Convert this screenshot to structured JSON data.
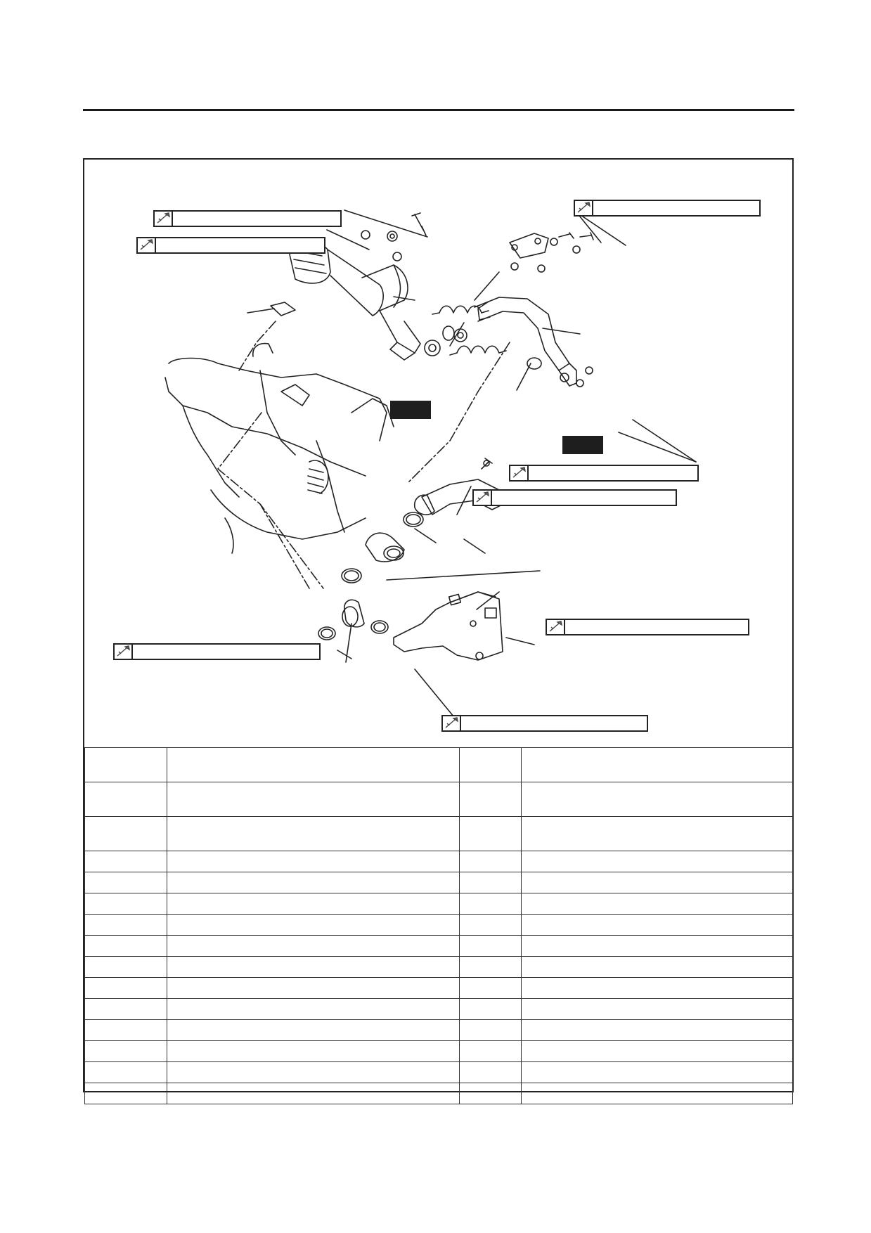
{
  "torque_labels": [
    {
      "id": "t1",
      "value": ""
    },
    {
      "id": "t2",
      "value": ""
    },
    {
      "id": "t3",
      "value": ""
    },
    {
      "id": "t4",
      "value": ""
    },
    {
      "id": "t5",
      "value": ""
    },
    {
      "id": "t6",
      "value": ""
    },
    {
      "id": "t7",
      "value": ""
    },
    {
      "id": "t8",
      "value": ""
    }
  ],
  "badges": [
    {
      "id": "b1",
      "text": ""
    },
    {
      "id": "b2",
      "text": ""
    }
  ],
  "parts_table": {
    "header": [
      "",
      "",
      "",
      ""
    ],
    "rows": [
      [
        "",
        "",
        "",
        ""
      ],
      [
        "",
        "",
        "",
        ""
      ],
      [
        "",
        "",
        "",
        ""
      ],
      [
        "",
        "",
        "",
        ""
      ],
      [
        "",
        "",
        "",
        ""
      ],
      [
        "",
        "",
        "",
        ""
      ],
      [
        "",
        "",
        "",
        ""
      ],
      [
        "",
        "",
        "",
        ""
      ],
      [
        "",
        "",
        "",
        ""
      ],
      [
        "",
        "",
        "",
        ""
      ],
      [
        "",
        "",
        "",
        ""
      ],
      [
        "",
        "",
        "",
        ""
      ],
      [
        "",
        "",
        "",
        ""
      ],
      [
        "",
        "",
        "",
        ""
      ]
    ]
  },
  "colors": {
    "line": "#222222",
    "badge_fill": "#1e1e1e",
    "page": "#ffffff"
  },
  "icons": [
    "torque-wrench-icon"
  ]
}
